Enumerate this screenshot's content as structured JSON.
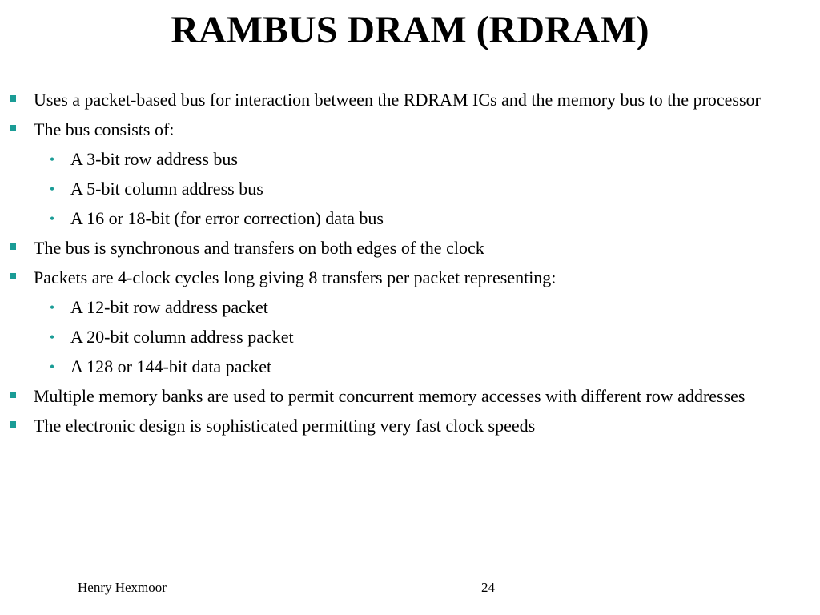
{
  "slide": {
    "title": "RAMBUS DRAM (RDRAM)",
    "accent_color": "#1a9c96",
    "bullets": [
      {
        "level": 1,
        "text": "Uses a packet-based bus for interaction between the RDRAM ICs and the memory bus to the processor"
      },
      {
        "level": 1,
        "text": "The bus consists of:"
      },
      {
        "level": 2,
        "text": "A 3-bit row address bus"
      },
      {
        "level": 2,
        "text": "A 5-bit column address bus"
      },
      {
        "level": 2,
        "text": "A 16 or 18-bit (for error correction) data bus"
      },
      {
        "level": 1,
        "text": "The bus is synchronous and transfers on both edges of the clock"
      },
      {
        "level": 1,
        "text": "Packets are 4-clock cycles long giving 8 transfers per packet representing:"
      },
      {
        "level": 2,
        "text": "A 12-bit row address packet"
      },
      {
        "level": 2,
        "text": "A 20-bit column address packet"
      },
      {
        "level": 2,
        "text": "A 128 or 144-bit data packet"
      },
      {
        "level": 1,
        "text": "Multiple memory banks are used to permit concurrent memory accesses with different row addresses"
      },
      {
        "level": 1,
        "text": "The electronic design is sophisticated permitting very fast clock speeds"
      }
    ],
    "level2_marker": "•"
  },
  "footer": {
    "author": "Henry Hexmoor",
    "page_number": "24"
  }
}
